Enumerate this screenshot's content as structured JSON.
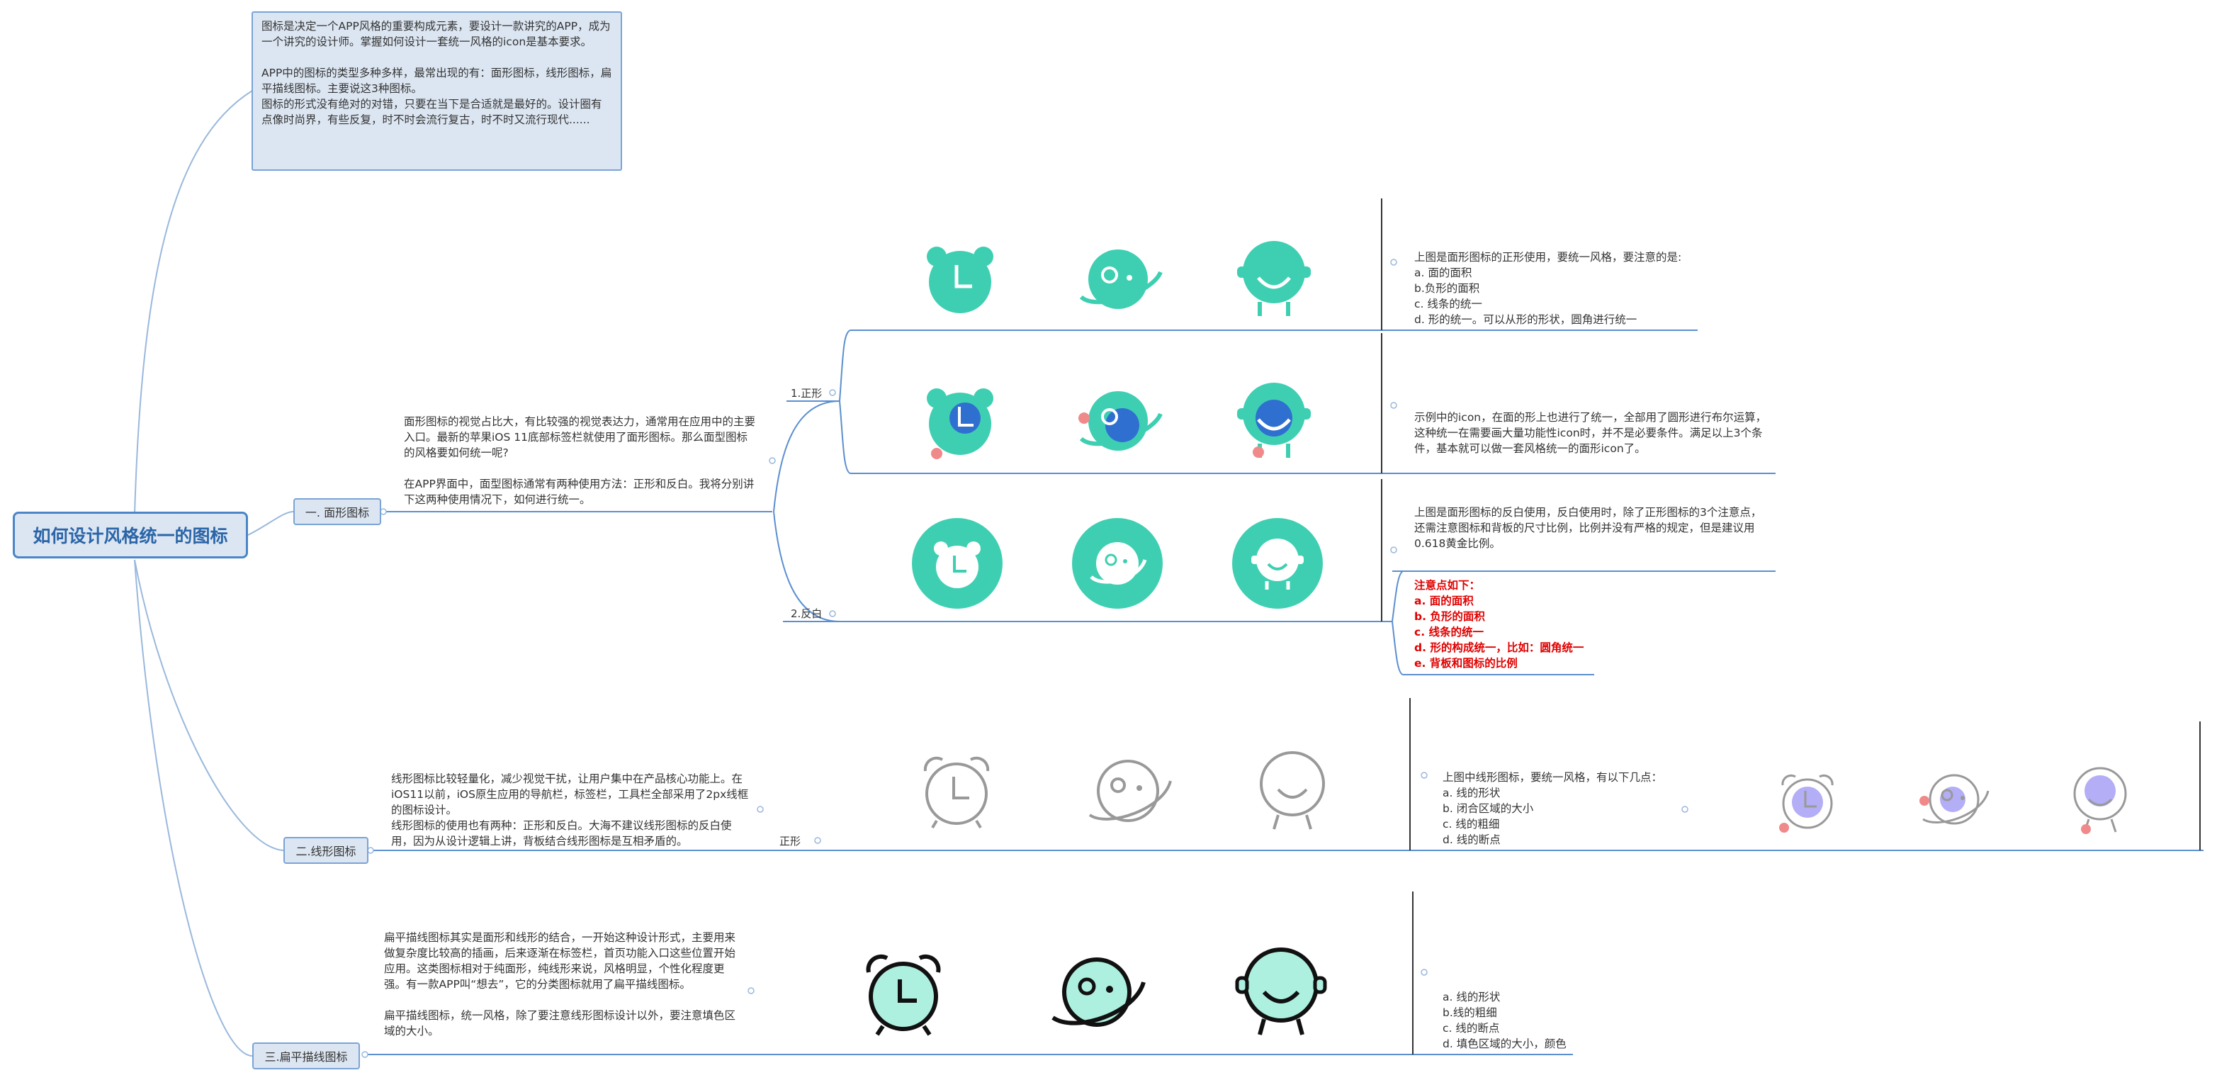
{
  "root_title": "如何设计风格统一的图标",
  "intro_note": "图标是决定一个APP风格的重要构成元素，要设计一款讲究的APP，成为一个讲究的设计师。掌握如何设计一套统一风格的icon是基本要求。\n\nAPP中的图标的类型多种多样，最常出现的有：面形图标，线形图标，扁平描线图标。主要说这3种图标。\n图标的形式没有绝对的对错，只要在当下是合适就是最好的。设计圈有点像时尚界，有些反复，时不时会流行复古，时不时又流行现代......",
  "branches": {
    "solid": {
      "label": "一. 面形图标",
      "desc": "面形图标的视觉占比大，有比较强的视觉表达力，通常用在应用中的主要入口。最新的苹果iOS 11底部标签栏就使用了面形图标。那么面型图标的风格要如何统一呢?\n\n在APP界面中，面型图标通常有两种使用方法：正形和反白。我将分别讲下这两种使用情况下，如何进行统一。",
      "sub_positive": "1.正形",
      "sub_inverse": "2.反白",
      "note_positive_1": "上图是面形图标的正形使用，要统一风格，要注意的是:\na. 面的面积\nb.负形的面积\nc. 线条的统一\nd. 形的统一。可以从形的形状，圆角进行统一",
      "note_positive_2": "示例中的icon，在面的形上也进行了统一，全部用了圆形进行布尔运算，这种统一在需要画大量功能性icon时，并不是必要条件。满足以上3个条件，基本就可以做一套风格统一的面形icon了。",
      "note_inverse": "上图是面形图标的反白使用，反白使用时，除了正形图标的3个注意点，还需注意图标和背板的尺寸比例，比例并没有严格的规定，但是建议用0.618黄金比例。",
      "note_attention": "注意点如下：\na. 面的面积\nb. 负形的面积\nc. 线条的统一\nd. 形的构成统一，比如：圆角统一\ne. 背板和图标的比例"
    },
    "line": {
      "label": "二.线形图标",
      "desc": "线形图标比较轻量化，减少视觉干扰，让用户集中在产品核心功能上。在iOS11以前，iOS原生应用的导航栏，标签栏，工具栏全部采用了2px线框的图标设计。\n线形图标的使用也有两种：正形和反白。大海不建议线形图标的反白使用，因为从设计逻辑上讲，背板结合线形图标是互相矛盾的。",
      "sub_positive": "正形",
      "note": "上图中线形图标，要统一风格，有以下几点：\na. 线的形状\nb. 闭合区域的大小\nc. 线的粗细\nd. 线的断点"
    },
    "flat": {
      "label": "三.扁平描线图标",
      "desc": "扁平描线图标其实是面形和线形的结合，一开始这种设计形式，主要用来做复杂度比较高的插画，后来逐渐在标签栏，首页功能入口这些位置开始应用。这类图标相对于纯面形，纯线形来说，风格明显，个性化程度更强。有一款APP叫“想去”，它的分类图标就用了扁平描线图标。\n\n扁平描线图标，统一风格，除了要注意线形图标设计以外，要注意填色区域的大小。",
      "note": "a. 线的形状\nb.线的粗细\nc. 线的断点\nd. 填色区域的大小，颜色"
    }
  },
  "colors": {
    "teal": "#3ecfb2",
    "teal_light": "#aef0e0",
    "line_gray": "#999999",
    "connector": "#5b8fd0",
    "branch_curve": "#9ab8dc",
    "overlay_blue": "#2f6fd0",
    "overlay_red": "#f08a8a",
    "overlay_purple": "#b3aef5"
  },
  "icons": [
    "alarm-clock-icon",
    "planet-icon",
    "face-icon"
  ]
}
